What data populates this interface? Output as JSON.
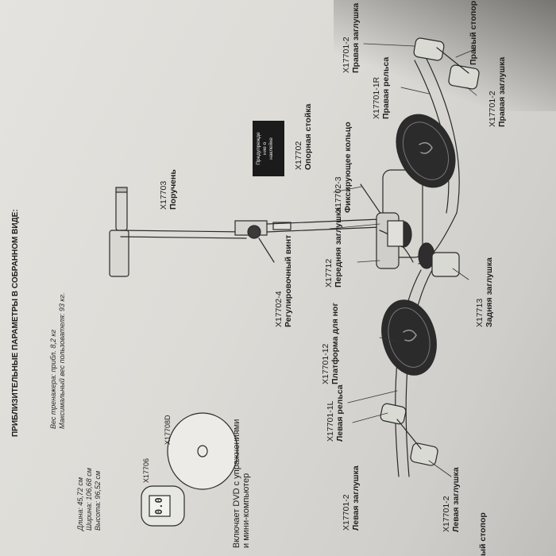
{
  "header": {
    "title": "ПРИБЛИЗИТЕЛЬНЫЕ ПАРАМЕТРЫ В СОБРАННОМ ВИДЕ:",
    "weight_line": "Вес тренажера: прибл. 8,2 кг",
    "max_user_line": "Максимальный вес пользователя: 93 кг.",
    "length_line": "Длина: 45,72 см",
    "width_line": "Ширина: 106,68 см",
    "height_line": "Высота: 96,52 см"
  },
  "accessories": {
    "computer_code": "X17706",
    "dvd_code": "X17708D",
    "includes_line1": "Включает DVD с упражнениями",
    "includes_line2": "и мини-компьютер"
  },
  "warning_label": {
    "line1": "Предупрежде",
    "line2": "ние о",
    "line3": "наклейке"
  },
  "parts": {
    "handlebar_code": "X17703",
    "handlebar_name": "Поручень",
    "post_code": "X17702",
    "post_name": "Опорная стойка",
    "ring_code": "X17702-3",
    "ring_name": "Фиксирующее кольцо",
    "screw_code": "X17702-4",
    "screw_name": "Регулировочный винт",
    "front_cap_code": "X17712",
    "front_cap_name": "Передняя заглушка",
    "rear_cap_code": "X17713",
    "rear_cap_name": "Задняя заглушка",
    "platform_code": "X17701-12",
    "platform_name": "Платформа для ног",
    "left_rail_code": "X17701-1L",
    "left_rail_name": "Левая рельса",
    "right_rail_code": "X17701-1R",
    "right_rail_name": "Правая рельса",
    "right_cap_top_code": "X17701-2",
    "right_cap_top_name": "Правая заглушка",
    "right_stopper_name": "Правый стопор",
    "right_cap_bottom_code": "X17701-2",
    "right_cap_bottom_name": "Правая заглушка",
    "left_cap_code": "X17701-2",
    "left_cap_name": "Левая заглушка",
    "left_cap_lower_code": "X17701-2",
    "left_cap_lower_name": "Левая заглушка",
    "left_stopper_name": "ый стопор"
  },
  "display": {
    "digits": "0.0"
  }
}
